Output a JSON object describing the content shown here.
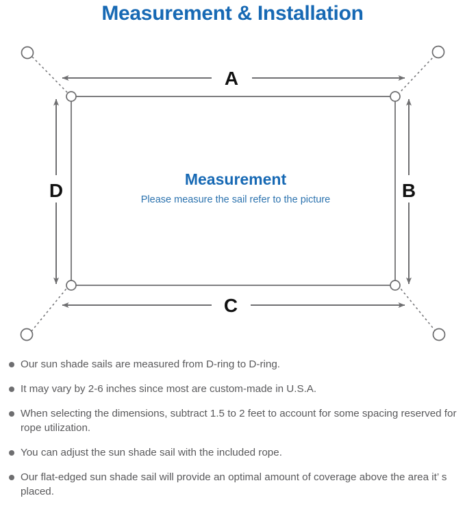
{
  "title": "Measurement & Installation",
  "diagram": {
    "center": {
      "heading": "Measurement",
      "subtext": "Please measure the sail refer to the picture"
    },
    "dimension_labels": {
      "top": "A",
      "right": "B",
      "bottom": "C",
      "left": "D"
    },
    "parts": {
      "sail_outline": "sail-rectangle",
      "d_ring": "d-ring-circle",
      "anchor_point": "anchor-point-circle",
      "rope": "rope-dashed-line",
      "dimension_arrow": "dimension-arrow"
    }
  },
  "notes": [
    "Our sun shade sails are measured from D-ring to D-ring.",
    "It may vary by 2-6 inches since most are custom-made in U.S.A.",
    "When selecting the dimensions, subtract 1.5 to 2 feet to account for some spacing reserved for rope utilization.",
    "You can adjust the sun shade sail with the included rope.",
    "Our flat-edged sun shade sail will provide an optimal amount of coverage above the area it’ s placed."
  ],
  "colors": {
    "title_blue": "#1769b4",
    "center_blue": "#1769b4",
    "sub_blue": "#2b72ae",
    "line_gray": "#6f6f71",
    "outline_gray": "#6b6b6d",
    "note_gray": "#59595b"
  }
}
